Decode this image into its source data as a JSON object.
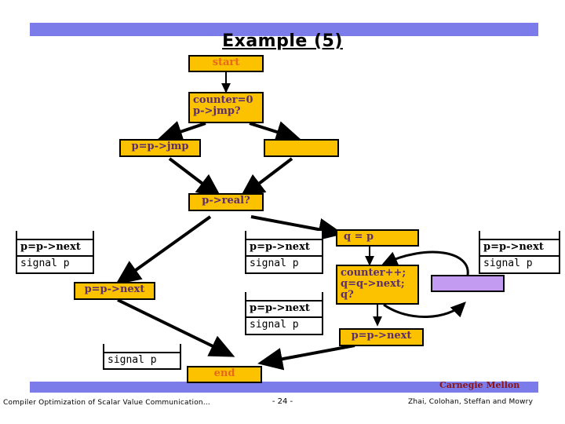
{
  "slide": {
    "title": "Example (5)",
    "page_number": "- 24 -",
    "footer_left": "Compiler Optimization of Scalar Value Communication…",
    "institution": "Carnegie Mellon",
    "authors": "Zhai, Colohan, Steffan and Mowry"
  },
  "colors": {
    "bar_blue": "#7b7bea",
    "node_gold": "#fcc200",
    "node_lavender": "#c39bf0",
    "gold_text": "#5a2d6e",
    "accent_orange": "#e8681a",
    "cmu_red": "#8c1414",
    "outline": "#000000"
  },
  "flowchart": {
    "type": "control-flow-graph",
    "nodes": [
      {
        "id": "start",
        "shape": "gold",
        "label": "start"
      },
      {
        "id": "counter-init",
        "shape": "gold",
        "line1": "counter=0",
        "line2": "p->jmp?"
      },
      {
        "id": "p-eq-jmp",
        "shape": "gold",
        "label": "p=p->jmp"
      },
      {
        "id": "empty-gold-top",
        "shape": "gold",
        "label": ""
      },
      {
        "id": "p-real",
        "shape": "gold",
        "label": "p->real?"
      },
      {
        "id": "white-left",
        "shape": "openbox",
        "row1": "p=p->next",
        "row2": "signal p"
      },
      {
        "id": "white-mid-1",
        "shape": "openbox",
        "row1": "p=p->next",
        "row2": "signal p"
      },
      {
        "id": "white-mid-2",
        "shape": "openbox",
        "row1": "p=p->next",
        "row2": "signal p"
      },
      {
        "id": "white-right",
        "shape": "openbox",
        "row1": "p=p->next",
        "row2": "signal p"
      },
      {
        "id": "white-bottom",
        "shape": "openbox",
        "row1": "signal p"
      },
      {
        "id": "gold-next-left",
        "shape": "gold",
        "label": "p=p->next"
      },
      {
        "id": "q-eq-p",
        "shape": "gold",
        "label": "q = p"
      },
      {
        "id": "counter-loop",
        "shape": "gold",
        "line1": "counter++;",
        "line2": "q=q->next;",
        "line3": "q?"
      },
      {
        "id": "gold-next-q",
        "shape": "gold",
        "label": "p=p->next"
      },
      {
        "id": "lavender-empty",
        "shape": "lavender",
        "label": ""
      },
      {
        "id": "end",
        "shape": "gold",
        "label": "end"
      }
    ]
  }
}
